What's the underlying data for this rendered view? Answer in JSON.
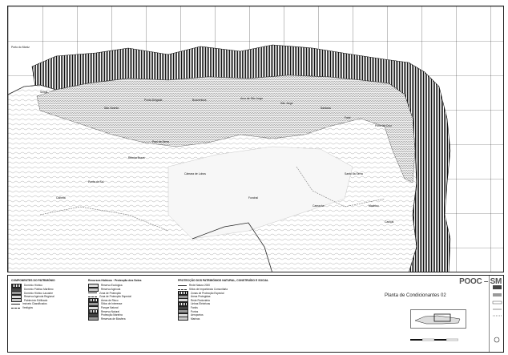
{
  "map": {
    "settlements": [
      "Porto do Moniz",
      "Seixal",
      "São Vicente",
      "Ponta Delgada",
      "Boaventura",
      "Arco de São Jorge",
      "São Jorge",
      "Santana",
      "Faial",
      "Porto da Cruz",
      "Machico",
      "Caniçal",
      "Santo da Serra",
      "Camacha",
      "Funchal",
      "Câmara de Lobos",
      "Ribeira Brava",
      "Ponta do Sol",
      "Calheta",
      "Paul da Serra"
    ]
  },
  "legend": {
    "col1_title": "COMPONENTES DO PATRIMÓNIO",
    "col2_title": "Recursos Hídricos · Protecção dos Solos",
    "col3_title": "PROTECÇÃO DOS PATRIMÓNIOS NATURAL, CONSTRUÍDO E SOCIAL",
    "col1_items": [
      "Domínio Hídrico",
      "Domínio Público Marítimo",
      "Domínio Hídrico Lacustre",
      "Reserva Agrícola Regional",
      "Património Edificado",
      "Imóveis Classificados",
      "Vestígios"
    ],
    "col2_items": [
      "Reserva Ecológica",
      "Reserva Agrícola",
      "Zona de Protecção",
      "Zona de Protecção Especial",
      "Áreas de Risco",
      "Sítios de Interesse",
      "Parque Natural",
      "Reserva Natural",
      "Protecção Marinha",
      "Reservas de Biosfera"
    ],
    "col3_items": [
      "Rede Natura 2000",
      "Sítios de Importância Comunitária",
      "Zonas de Protecção Especial",
      "Áreas Protegidas",
      "Rede Rodoviária",
      "Linhas Eléctricas",
      "Faróis",
      "Portos",
      "Aeroportos",
      "Marinas"
    ]
  },
  "title_block": {
    "logo": "POOC – SM",
    "plan_title": "Planta de Condicionantes  02"
  }
}
